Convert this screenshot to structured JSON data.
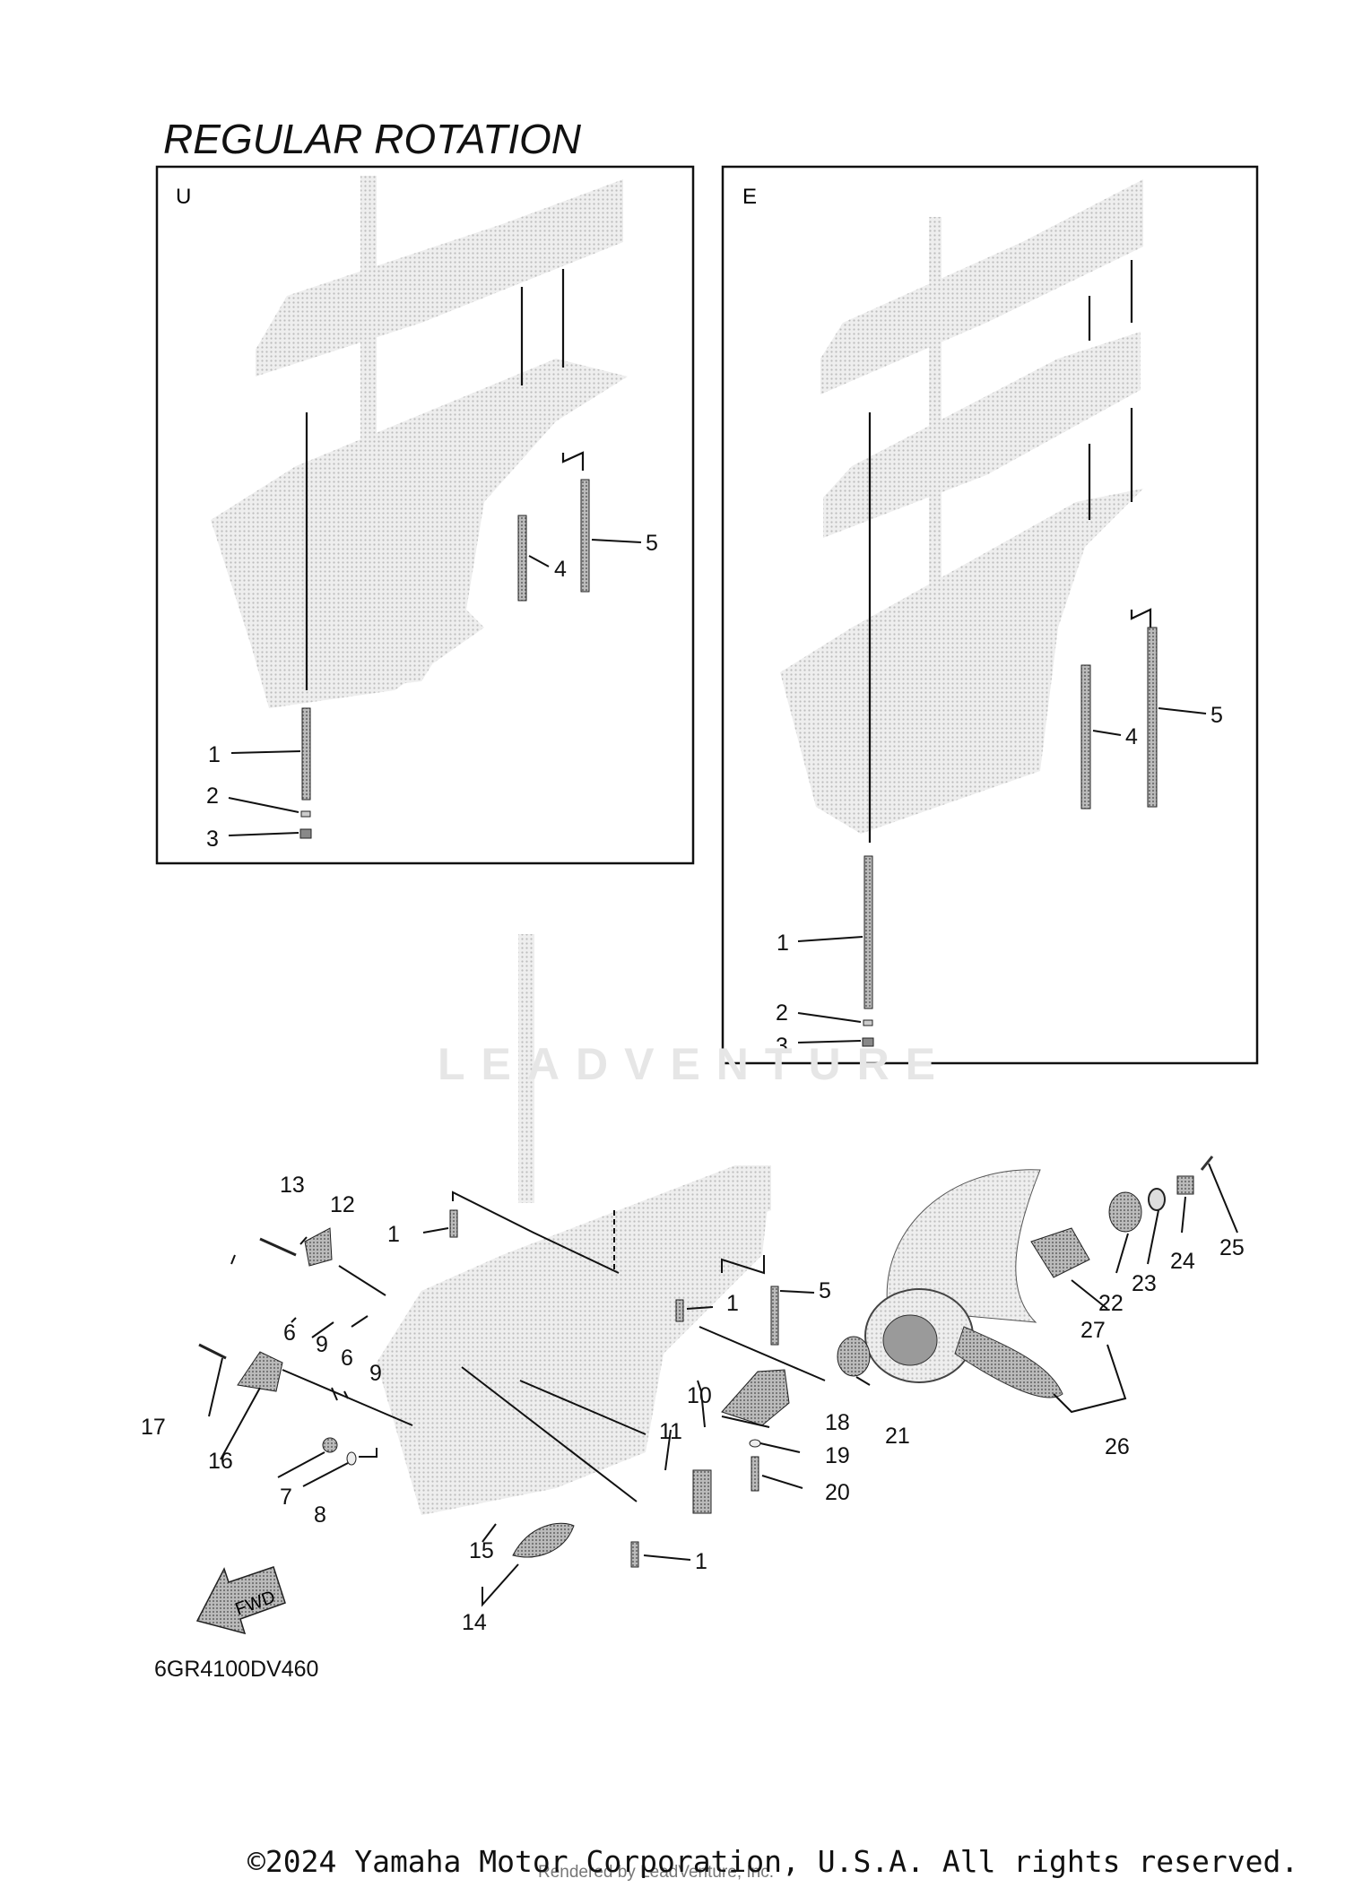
{
  "title": "REGULAR ROTATION",
  "panels": {
    "u": {
      "label": "U",
      "callouts": [
        "1",
        "2",
        "3",
        "4",
        "5"
      ]
    },
    "e": {
      "label": "E",
      "callouts": [
        "1",
        "2",
        "3",
        "4",
        "5"
      ]
    }
  },
  "main_callouts": [
    "13",
    "12",
    "1",
    "1",
    "5",
    "6",
    "9",
    "6",
    "9",
    "17",
    "16",
    "7",
    "8",
    "10",
    "11",
    "18",
    "19",
    "20",
    "1",
    "15",
    "14",
    "21",
    "22",
    "23",
    "24",
    "25",
    "27",
    "26"
  ],
  "fwd_label": "FWD",
  "diagram_code": "6GR4100DV460",
  "watermark": "LEADVENTURE",
  "copyright": "©2024 Yamaha Motor Corporation, U.S.A. All rights reserved.",
  "rendered_by": "Rendered by LeadVenture, Inc."
}
